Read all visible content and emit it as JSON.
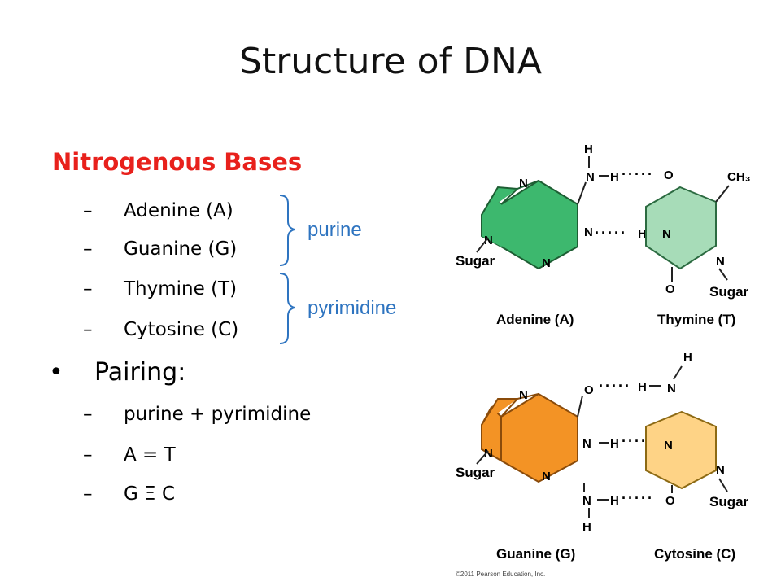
{
  "slide": {
    "title": "Structure of DNA",
    "heading": "Nitrogenous Bases",
    "bases": [
      {
        "dash": "–",
        "label": "Adenine (A)"
      },
      {
        "dash": "–",
        "label": "Guanine (G)"
      },
      {
        "dash": "–",
        "label": "Thymine (T)"
      },
      {
        "dash": "–",
        "label": "Cytosine (C)"
      }
    ],
    "group_labels": {
      "purine": "purine",
      "pyrimidine": "pyrimidine"
    },
    "pairing_bullet": "•",
    "pairing_label": "Pairing:",
    "pairing_items": [
      {
        "dash": "–",
        "label": "purine + pyrimidine"
      },
      {
        "dash": "–",
        "label": "A = T"
      },
      {
        "dash": "–",
        "label": "G Ξ C"
      }
    ]
  },
  "diagram": {
    "top": {
      "left_name": "Adenine (A)",
      "right_name": "Thymine (T)",
      "sugar": "Sugar",
      "ch3": "CH₃"
    },
    "bottom": {
      "left_name": "Guanine (G)",
      "right_name": "Cytosine (C)",
      "sugar": "Sugar"
    },
    "copyright": "©2011 Pearson Education, Inc.",
    "colors": {
      "adenine": "#3db86e",
      "thymine": "#a7dcb8",
      "guanine": "#f39325",
      "cytosine": "#fed386"
    }
  }
}
